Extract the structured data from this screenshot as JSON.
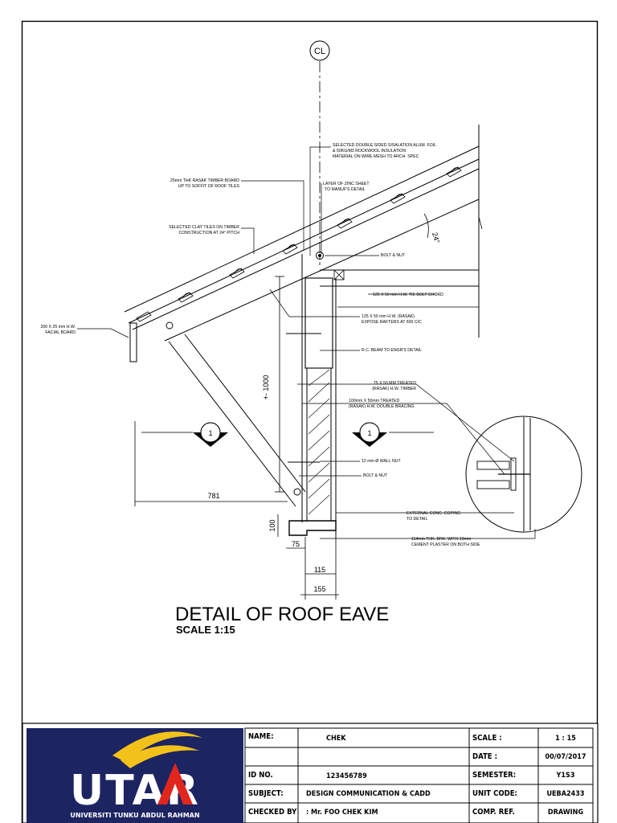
{
  "drawing": {
    "centerline_symbol": "CL",
    "title": "DETAIL OF ROOF EAVE",
    "scale": "SCALE 1:15",
    "pitch": "24°",
    "section_marks": [
      "1",
      "1"
    ],
    "notes": {
      "insulation": [
        "SELECTED DOUBLE SIDED SISALATION ALUM. FOIL",
        "& 50KG/M3 ROCKWOOL INSULATION",
        "MATERIAL ON WIRE MESH TO ARCH. SPEC"
      ],
      "timber_board": [
        "25mm THK RASAK TIMBER BOARD",
        "UP TO SOFFIT OF ROOF TILES"
      ],
      "zinc_sheet": [
        "LAYER OF ZINC SHEET",
        "TO MANUF'S DETAIL"
      ],
      "clay_tiles": [
        "SELECTED CLAY TILES ON TIMBER",
        "CONSTRUCTION AT 24° PITCH"
      ],
      "bolt_nut_top": "BOLT & NUT",
      "tie_chord": "125 X 50 mm H.W. TIE BOLT CHORD",
      "fascia": [
        "200 X 25 mm H.W.",
        "FACIAL BOARD"
      ],
      "rafters": [
        "125 X 50 mm H.W. (RASAK)",
        "EXPOSE RAFTERS AT 600 C/C"
      ],
      "rc_beam": "R.C. BEAM TO ENGR'S DETAIL",
      "treated_timber": [
        "75 X 50 MM TREATED",
        "(RASAK) H.W. TIMBER"
      ],
      "bracing": [
        "100mm X 50mm TREATED",
        "(RASAK) H.W. DOUBLE BRACING"
      ],
      "wall_nut": "12 mm Ø WALL NUT",
      "bolt_nut_low": "BOLT & NUT",
      "coping": [
        "EXTERNAL CONC. COPING",
        "TO DETAIL"
      ],
      "brick_wall": [
        "114mm THK. BRK. WITH 19mm",
        "CEMENT PLASTER ON BOTH SIDE"
      ]
    },
    "dimensions": {
      "overhang": "781",
      "height": "+- 1000",
      "coping_height": "100",
      "coping_width": "75",
      "wall_inner": "115",
      "wall_outer": "155"
    }
  },
  "title_block": {
    "logo_text": "UTAR",
    "logo_subtitle": "UNIVERSITI TUNKU ABDUL RAHMAN",
    "name_label": "NAME:",
    "name_value": "CHEK",
    "id_label": "ID NO.",
    "id_value": "123456789",
    "subject_label": "SUBJECT:",
    "subject_value": "DESIGN COMMUNICATION & CADD",
    "checked_label": "CHECKED BY",
    "checked_value": ": Mr. FOO CHEK KIM",
    "scale_label": "SCALE :",
    "scale_value": "1 : 15",
    "date_label": "DATE :",
    "date_value": "00/07/2017",
    "semester_label": "SEMESTER:",
    "semester_value": "Y1S3",
    "unit_label": "UNIT CODE:",
    "unit_value": "UEBA2433",
    "comp_label": "COMP. REF.",
    "comp_value": "DRAWING"
  },
  "colors": {
    "logo_bg": "#1d2462",
    "logo_accent": "#e0261d",
    "logo_swoosh": "#f2c21b"
  }
}
